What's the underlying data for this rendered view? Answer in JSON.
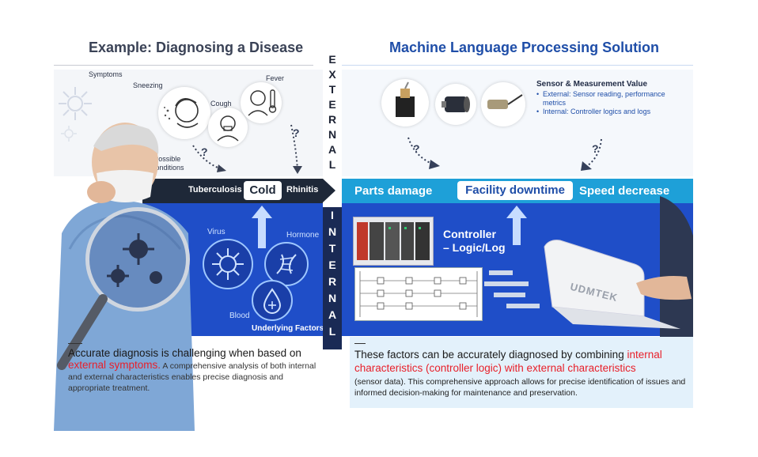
{
  "left": {
    "title": "Example: Diagnosing a Disease",
    "symptom_labels": {
      "symptoms": "Symptoms",
      "sneezing": "Sneezing",
      "cough": "Cough",
      "fever": "Fever",
      "possible_conditions": "Possible\nConditions"
    },
    "conditions": {
      "tuberculosis": "Tuberculosis",
      "cold": "Cold",
      "rhinitis": "Rhinitis"
    },
    "factors": {
      "virus": "Virus",
      "hormone": "Hormone",
      "blood": "Blood",
      "underlying": "Underlying Factors"
    },
    "caption": {
      "line1": "Accurate diagnosis is challenging when based on",
      "highlight": "external symptoms.",
      "rest": " A comprehensive analysis of both internal and external characteristics enables precise diagnosis and appropriate treatment."
    }
  },
  "center": {
    "external": [
      "E",
      "X",
      "T",
      "E",
      "R",
      "N",
      "A",
      "L"
    ],
    "internal": [
      "I",
      "N",
      "T",
      "E",
      "R",
      "N",
      "A",
      "L"
    ]
  },
  "right": {
    "title": "Machine Language Processing Solution",
    "sensor": {
      "heading": "Sensor & Measurement Value",
      "external": "External: Sensor reading, performance metrics",
      "internal": "Internal: Controller logics and logs"
    },
    "outcomes": {
      "parts": "Parts damage",
      "downtime": "Facility downtime",
      "speed": "Speed decrease"
    },
    "controller": "Controller\n– Logic/Log",
    "laptop_brand": "UDMTEK",
    "caption": {
      "lead": "These factors can be accurately diagnosed by combining ",
      "highlight": "internal characteristics (controller logic) with external characteristics",
      "rest": "(sensor data). This comprehensive approach allows for precise identification of issues and informed decision-making for maintenance and preservation."
    }
  },
  "question_mark": "?",
  "colors": {
    "title_left": "#3a4256",
    "title_right": "#1f4ea8",
    "dark_bar": "#1e2838",
    "blue_bar": "#1ea0d8",
    "internal_blue": "#1f4ec8",
    "highlight_red": "#e8202a"
  }
}
